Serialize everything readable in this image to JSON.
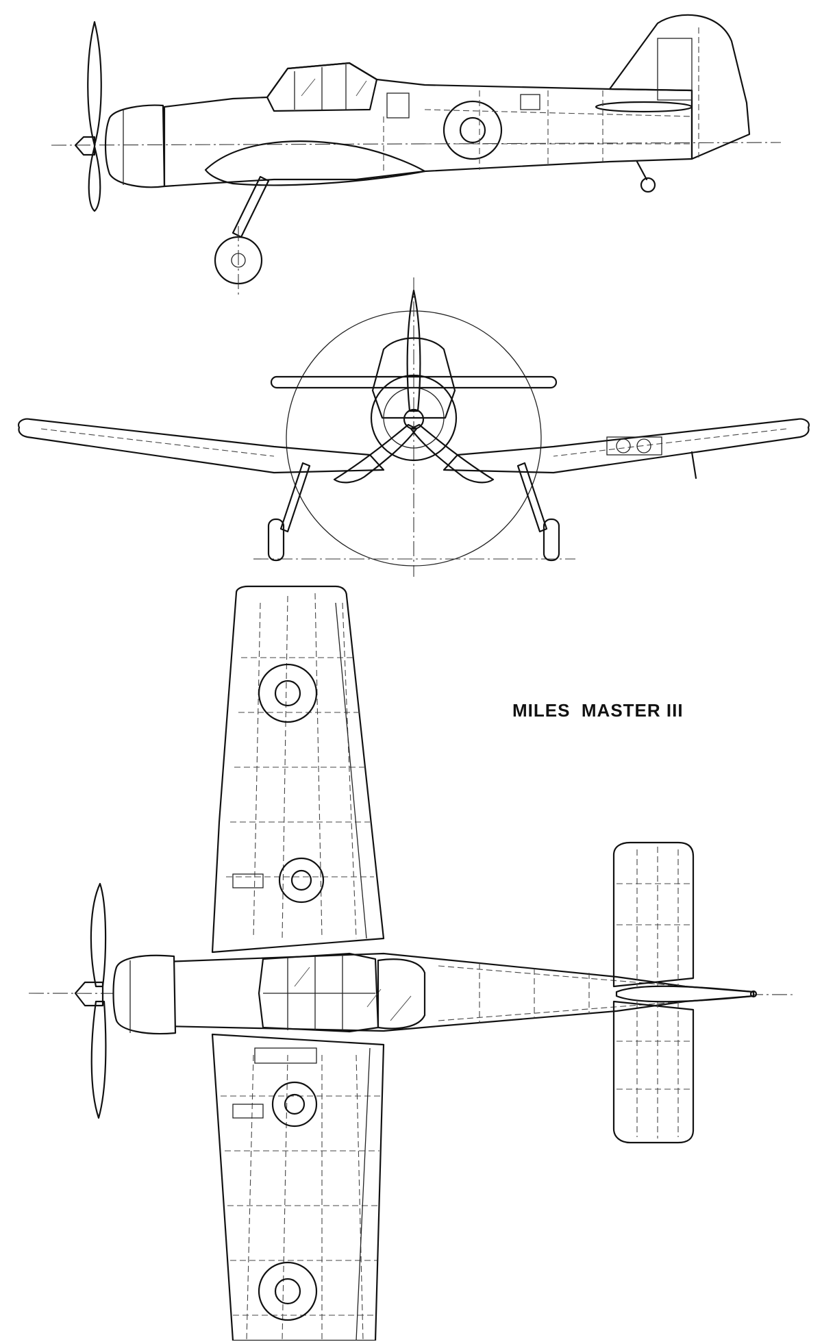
{
  "drawing": {
    "title": "MILES  MASTER III",
    "line_color": "#111111",
    "paper_color": "#ffffff",
    "views": [
      "side",
      "front",
      "plan"
    ]
  }
}
